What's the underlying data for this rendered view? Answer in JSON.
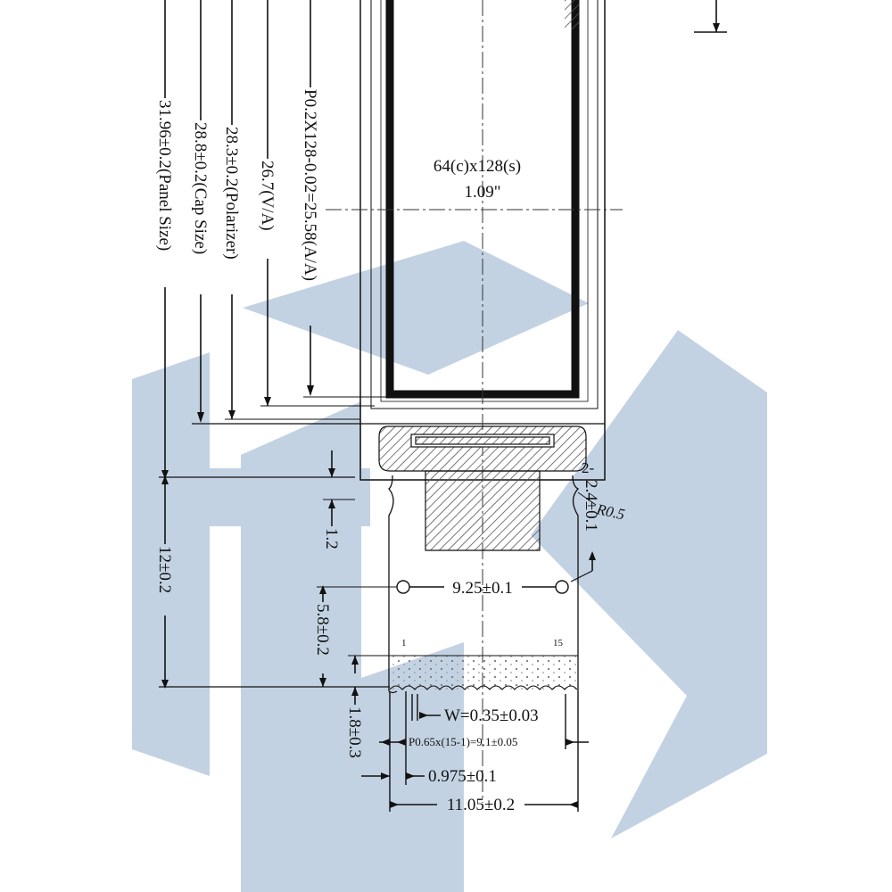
{
  "colors": {
    "watermark": "#c3d2e2",
    "ink": "#111111",
    "hatch": "#555555"
  },
  "display": {
    "resolution": "64(c)x128(s)",
    "diagonal": "1.09\""
  },
  "vertical_dims": {
    "panel_size": "31.96±0.2(Panel Size)",
    "cap_size": "28.8±0.2(Cap Size)",
    "polarizer": "28.3±0.2(Polarizer)",
    "va": "26.7(V/A)",
    "aa": "P0.2X128-0.02=25.58(A/A)",
    "fpc_length": "12±0.2",
    "gap": "1.2",
    "hole_to_pin": "5.8±0.2",
    "pad_height": "1.8±0.3",
    "hole_offset": "2.4±0.1"
  },
  "horizontal_dims": {
    "hole_pitch": "9.25±0.1",
    "pin_width": "W=0.35±0.03",
    "pin_pitch": "P0.65x(15-1)=9.1±0.05",
    "edge_offset": "0.975±0.1",
    "fpc_width": "11.05±0.2"
  },
  "annotations": {
    "radius": "R0.5",
    "radius_count": "2-",
    "pin_first": "1",
    "pin_last": "15"
  }
}
